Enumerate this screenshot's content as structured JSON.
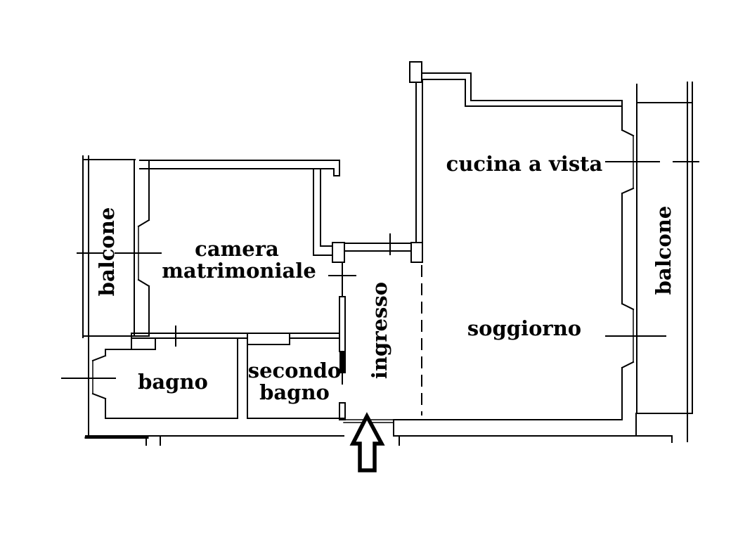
{
  "plan": {
    "type": "apartment-floor-plan",
    "background_color": "#ffffff",
    "wall_color": "#000000",
    "label_color": "#000000",
    "rooms": [
      {
        "id": "balcone-left",
        "label": "balcone",
        "orientation": "vertical"
      },
      {
        "id": "camera-matrimoniale",
        "label": "camera matrimoniale",
        "label_line1": "camera",
        "label_line2": "matrimoniale",
        "orientation": "horizontal"
      },
      {
        "id": "bagno",
        "label": "bagno",
        "orientation": "horizontal"
      },
      {
        "id": "secondo-bagno",
        "label": "secondo bagno",
        "label_line1": "secondo",
        "label_line2": "bagno",
        "orientation": "horizontal"
      },
      {
        "id": "ingresso",
        "label": "ingresso",
        "orientation": "vertical"
      },
      {
        "id": "cucina-a-vista",
        "label": "cucina a vista",
        "orientation": "horizontal"
      },
      {
        "id": "soggiorno",
        "label": "soggiorno",
        "orientation": "horizontal"
      },
      {
        "id": "balcone-right",
        "label": "balcone",
        "orientation": "vertical"
      }
    ],
    "symbols": {
      "entrance_arrow": "up-arrow",
      "ingresso_soggiorno_divider": "dashed-line",
      "windows": "double-line-with-tick"
    }
  }
}
